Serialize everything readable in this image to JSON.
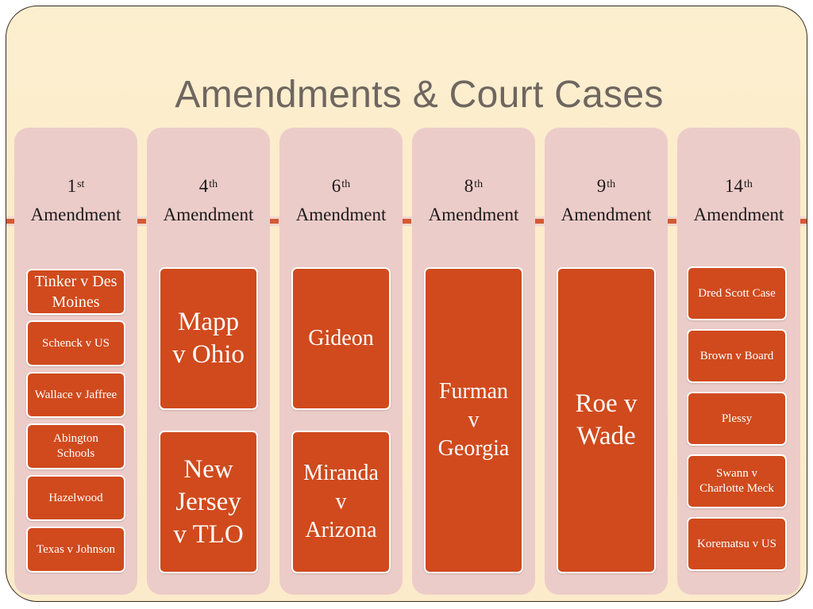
{
  "title": "Amendments & Court Cases",
  "columns": [
    {
      "number": "1",
      "suffix": "st",
      "label": "Amendment",
      "cases": [
        "Tinker v Des Moines",
        "Schenck v US",
        "Wallace v Jaffree",
        "Abington Schools",
        "Hazelwood",
        "Texas v Johnson"
      ]
    },
    {
      "number": "4",
      "suffix": "th",
      "label": "Amendment",
      "cases": [
        "Mapp v Ohio",
        "New Jersey v TLO"
      ]
    },
    {
      "number": "6",
      "suffix": "th",
      "label": "Amendment",
      "cases": [
        "Gideon",
        "Miranda v Arizona"
      ]
    },
    {
      "number": "8",
      "suffix": "th",
      "label": "Amendment",
      "cases": [
        "Furman v Georgia"
      ]
    },
    {
      "number": "9",
      "suffix": "th",
      "label": "Amendment",
      "cases": [
        "Roe v Wade"
      ]
    },
    {
      "number": "14",
      "suffix": "th",
      "label": "Amendment",
      "cases": [
        "Dred Scott Case",
        "Brown v Board",
        "Plessy",
        "Swann v Charlotte Meck",
        "Korematsu v US"
      ]
    }
  ],
  "colors": {
    "slide_bg": "#fcefcf",
    "column_bg": "#ecccc9",
    "case_bg": "#d04a1d",
    "accent": "#d35a33",
    "title_text": "#6f6660"
  }
}
